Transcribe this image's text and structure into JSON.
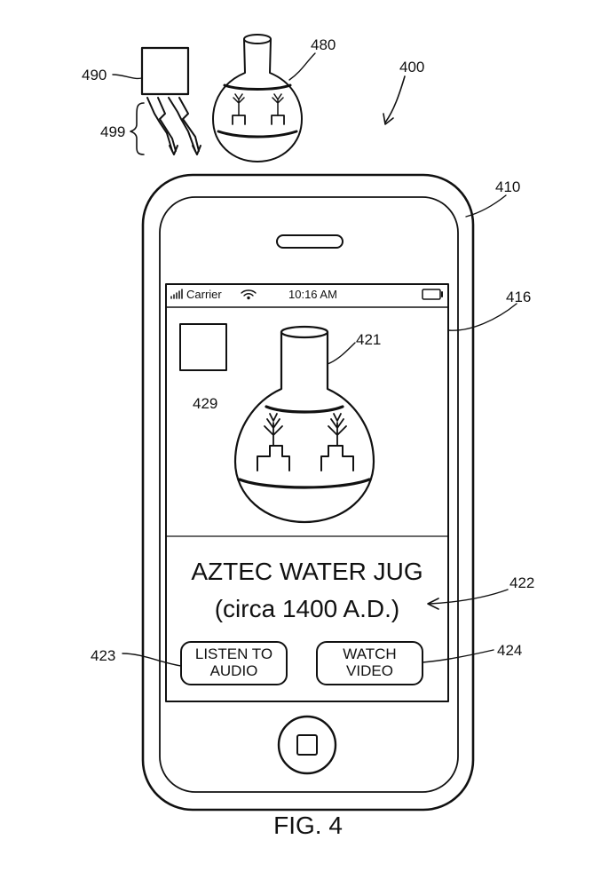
{
  "figure": {
    "caption": "FIG. 4",
    "refs": {
      "r400": "400",
      "r410": "410",
      "r416": "416",
      "r421": "421",
      "r422": "422",
      "r423": "423",
      "r424": "424",
      "r429": "429",
      "r480": "480",
      "r490": "490",
      "r499": "499"
    }
  },
  "status_bar": {
    "carrier": "Carrier",
    "time": "10:16 AM"
  },
  "content": {
    "title_line1": "AZTEC WATER JUG",
    "title_line2": "(circa 1400 A.D.)"
  },
  "buttons": {
    "listen_line1": "LISTEN TO",
    "listen_line2": "AUDIO",
    "watch_line1": "WATCH",
    "watch_line2": "VIDEO"
  },
  "icons": {
    "signal": "signal-bars-icon",
    "wifi": "wifi-icon",
    "battery": "battery-icon",
    "home": "home-button-icon"
  }
}
